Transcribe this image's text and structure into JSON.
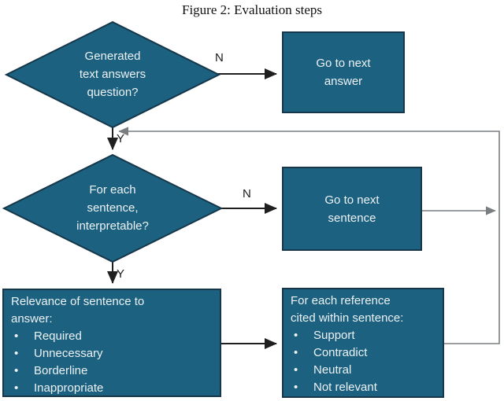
{
  "figure": {
    "caption": "Figure 2: Evaluation steps"
  },
  "colors": {
    "shape_fill": "#1c6180",
    "shape_border": "#163649",
    "text_light": "#edf2f4",
    "connector_black": "#1f1f1f",
    "connector_gray": "#7a7e80",
    "label_color": "#1a1a1a"
  },
  "flowchart": {
    "decisions": {
      "answers_question": {
        "lines": [
          "Generated",
          "text answers",
          "question?"
        ]
      },
      "interpretable": {
        "lines": [
          "For each",
          "sentence,",
          "interpretable?"
        ]
      }
    },
    "processes": {
      "next_answer": {
        "lines": [
          "Go to next",
          "answer"
        ]
      },
      "next_sentence": {
        "lines": [
          "Go to next",
          "sentence"
        ]
      },
      "relevance": {
        "heading_lines": [
          "Relevance of sentence to",
          "answer:"
        ],
        "bullet": "•",
        "items": [
          "Required",
          "Unnecessary",
          "Borderline",
          "Inappropriate"
        ]
      },
      "references": {
        "heading_lines": [
          "For each reference",
          "cited within sentence:"
        ],
        "bullet": "•",
        "items": [
          "Support",
          "Contradict",
          "Neutral",
          "Not relevant"
        ]
      }
    },
    "edge_labels": {
      "n1": "N",
      "y1": "Y",
      "n2": "N",
      "y2": "Y"
    }
  }
}
